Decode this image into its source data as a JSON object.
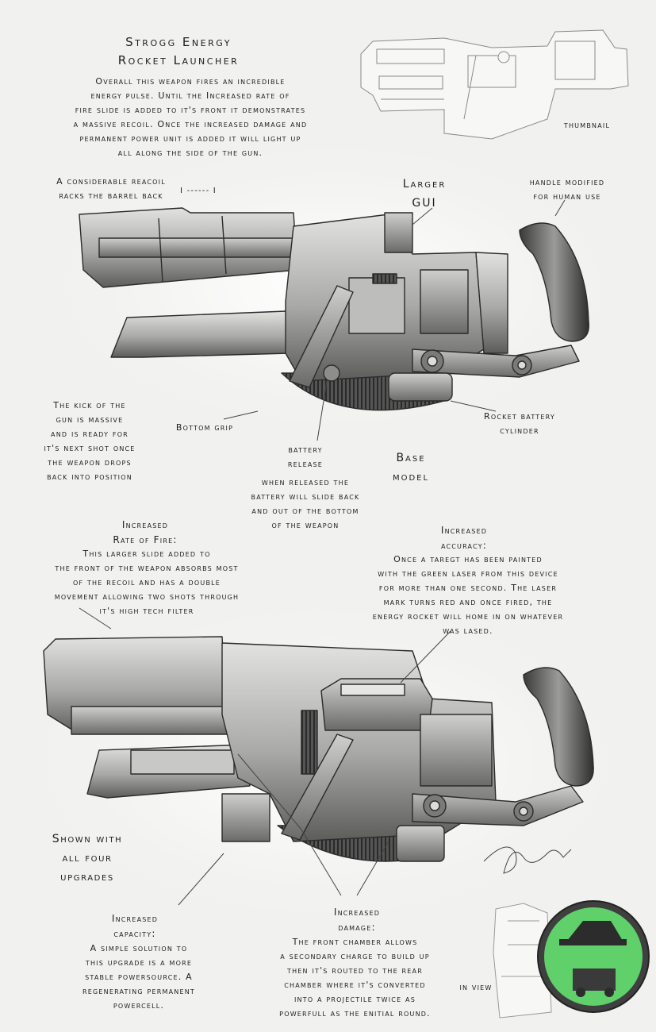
{
  "title": {
    "line1": "Strogg Energy",
    "line2": "Rocket Launcher"
  },
  "intro": "Overall this weapon fires an incredible\nenergy pulse.  Until the Increased rate of\nfire slide is added to it's front it demonstrates\na massive recoil.  Once the increased damage and\npermanent power unit is added it will light up\nall along the side of the gun.",
  "thumbnail_label": "thumbnail",
  "base_model": {
    "recoil_note": "A considerable reacoil\nracks the barrel back",
    "recoil_marker": "I ------ I",
    "larger_gui": "Larger\nGUI",
    "handle_note": "handle modified\nfor human use",
    "kick_note": "The kick of the\ngun is massive\nand is ready for\nit's next shot once\nthe weapon drops\nback into position",
    "bottom_grip": "Bottom grip",
    "battery_release": "battery\nrelease",
    "rocket_battery": "Rocket battery\ncylinder",
    "base_model_label": "Base\nmodel",
    "battery_note": "when released the\nbattery will slide back\nand out of the bottom\nof the weapon"
  },
  "upgrades": {
    "rate_of_fire": {
      "heading": "Increased\nRate of Fire:",
      "body": "This larger slide added to\nthe front of the weapon absorbs most\nof the recoil and has a double\nmovement allowing two shots through\nit's high tech filter"
    },
    "accuracy": {
      "heading": "Increased\naccuracy:",
      "body": "Once a taregt has been painted\nwith the green laser from this device\nfor more than one second.  The laser\nmark turns red and once fired, the\nenergy rocket will home in on whatever\nwas lased."
    },
    "shown_with": "Shown with\nall four\nupgrades",
    "capacity": {
      "heading": "Increased\ncapacity:",
      "body": "A simple solution to\nthis upgrade is a more\nstable powersource.  A\nregenerating permanent\npowercell."
    },
    "damage": {
      "heading": "Increased\ndamage:",
      "body": "The front chamber allows\na secondary charge to build up\nthen it's routed to the rear\nchamber where it's converted\ninto a projectile twice as\npowerfull as the enitial round."
    },
    "in_view": "in view"
  },
  "colors": {
    "background": "#f1f1f0",
    "ink": "#1e1e1e",
    "metal_light": "#d6d6d4",
    "metal_mid": "#9a9a98",
    "metal_dark": "#4a4a48",
    "badge_green": "#5fd06a"
  }
}
